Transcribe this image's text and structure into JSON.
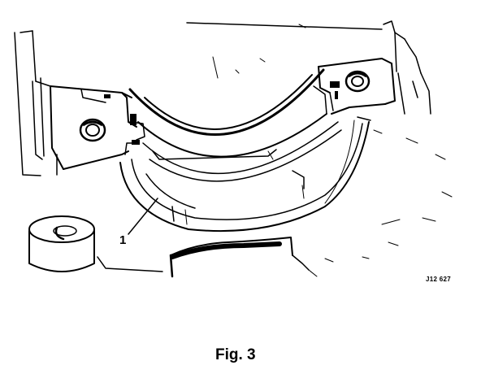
{
  "figure": {
    "callout_number": "1",
    "reference_code": "J12 627",
    "caption": "Fig. 3",
    "line_color": "#000000",
    "background_color": "#ffffff"
  }
}
